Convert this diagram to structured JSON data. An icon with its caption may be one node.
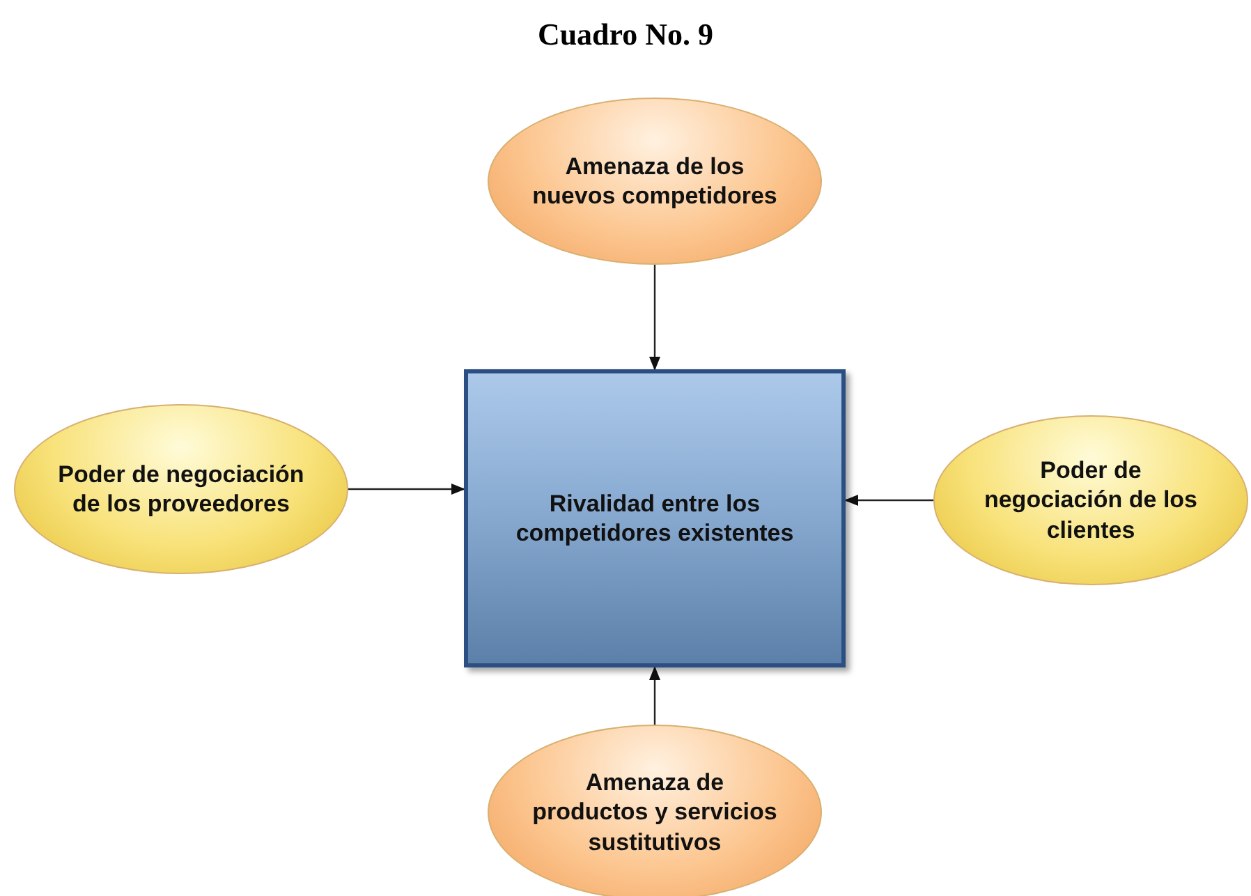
{
  "diagram": {
    "title": "Cuadro No. 9",
    "nodes": [
      {
        "text": [
          "Amenaza de los nuevos competidores"
        ]
      },
      {
        "text": [
          "Poder de negociación de los proveedores"
        ]
      },
      {
        "text": [
          "Rivalidad entre los competidores existentes"
        ]
      },
      {
        "text": [
          "Poder de negociación de los clientes"
        ]
      },
      {
        "text": [
          "Amenaza de productos y servicios sustitutivos"
        ]
      }
    ],
    "edges": [
      {
        "from": 0,
        "to": 2,
        "arrow": "to"
      },
      {
        "from": 1,
        "to": 2,
        "arrow": "to"
      },
      {
        "from": 3,
        "to": 2,
        "arrow": "to"
      },
      {
        "from": 4,
        "to": 2,
        "arrow": "to"
      }
    ]
  }
}
